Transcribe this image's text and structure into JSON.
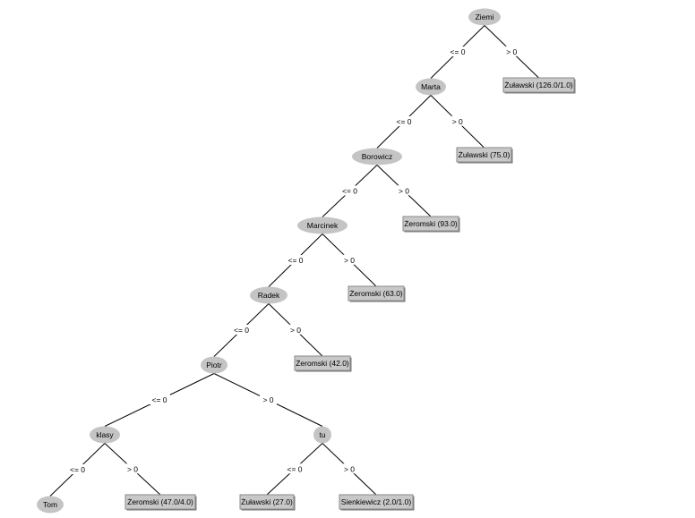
{
  "tree": {
    "nodes": [
      {
        "id": "n1",
        "label": "Ziemi"
      },
      {
        "id": "n2",
        "label": "Marta"
      },
      {
        "id": "n3",
        "label": "Borowicz"
      },
      {
        "id": "n4",
        "label": "Marcinek"
      },
      {
        "id": "n5",
        "label": "Radek"
      },
      {
        "id": "n6",
        "label": "Piotr"
      },
      {
        "id": "n7",
        "label": "klasy"
      },
      {
        "id": "n8",
        "label": "tu"
      },
      {
        "id": "n9",
        "label": "Tom"
      }
    ],
    "leaves": [
      {
        "id": "l1",
        "label": "Żuławski (126.0/1.0)"
      },
      {
        "id": "l2",
        "label": "Żuławski (75.0)"
      },
      {
        "id": "l3",
        "label": "Żeromski (93.0)"
      },
      {
        "id": "l4",
        "label": "Żeromski (63.0)"
      },
      {
        "id": "l5",
        "label": "Żeromski (42.0)"
      },
      {
        "id": "l6",
        "label": "Żeromski (47.0/4.0)"
      },
      {
        "id": "l7",
        "label": "Żuławski (27.0)"
      },
      {
        "id": "l8",
        "label": "Sienkiewicz (2.0/1.0)"
      }
    ],
    "edges": [
      {
        "from": "n1",
        "to": "n2",
        "label": "<= 0"
      },
      {
        "from": "n1",
        "to": "l1",
        "label": "> 0"
      },
      {
        "from": "n2",
        "to": "n3",
        "label": "<= 0"
      },
      {
        "from": "n2",
        "to": "l2",
        "label": "> 0"
      },
      {
        "from": "n3",
        "to": "n4",
        "label": "<= 0"
      },
      {
        "from": "n3",
        "to": "l3",
        "label": "> 0"
      },
      {
        "from": "n4",
        "to": "n5",
        "label": "<= 0"
      },
      {
        "from": "n4",
        "to": "l4",
        "label": "> 0"
      },
      {
        "from": "n5",
        "to": "n6",
        "label": "<= 0"
      },
      {
        "from": "n5",
        "to": "l5",
        "label": "> 0"
      },
      {
        "from": "n6",
        "to": "n7",
        "label": "<= 0"
      },
      {
        "from": "n6",
        "to": "n8",
        "label": "> 0"
      },
      {
        "from": "n7",
        "to": "n9",
        "label": "<= 0"
      },
      {
        "from": "n7",
        "to": "l6",
        "label": "> 0"
      },
      {
        "from": "n8",
        "to": "l7",
        "label": "<= 0"
      },
      {
        "from": "n8",
        "to": "l8",
        "label": "> 0"
      }
    ]
  }
}
